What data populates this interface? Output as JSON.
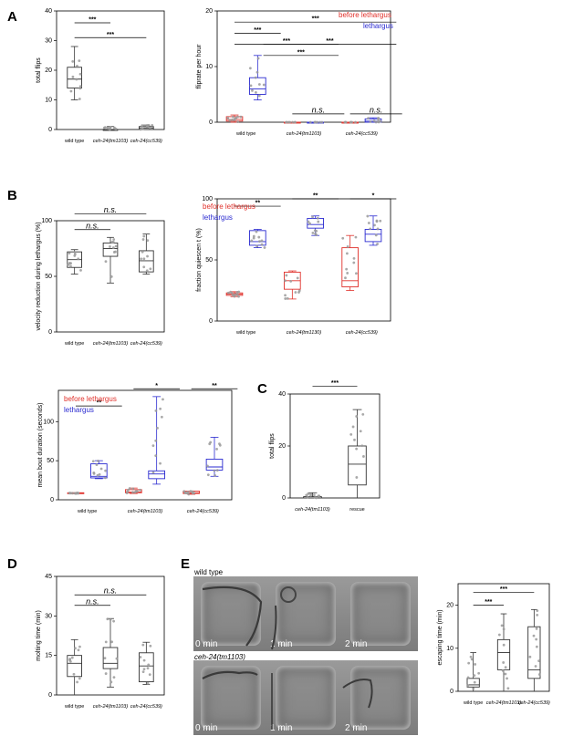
{
  "panel_labels": {
    "a": "A",
    "b": "B",
    "c": "C",
    "d": "D",
    "e": "E"
  },
  "legend": {
    "before": "before lethargus",
    "leth": "lethargus"
  },
  "colors": {
    "before": "#e0302a",
    "leth": "#2a2ad0",
    "neutral": "#333333",
    "point": "#9a9a9a"
  },
  "image_strips": {
    "wt_title": "wild type",
    "mut_title": "ceh-24(tm1103)",
    "times": [
      "0 min",
      "1 min",
      "2 min"
    ]
  },
  "chart_data": [
    {
      "id": "a1",
      "type": "box",
      "ylabel": "total flips",
      "ylim": [
        0,
        40
      ],
      "yticks": [
        0,
        10,
        20,
        30,
        40
      ],
      "categories": [
        "wild type",
        "ceh-24(tm1103)",
        "ceh-24(cc539)"
      ],
      "boxes": [
        {
          "cat": 0,
          "min": 10,
          "q1": 14,
          "med": 17,
          "q3": 21,
          "max": 28,
          "color": "neutral"
        },
        {
          "cat": 1,
          "min": 0,
          "q1": 0,
          "med": 0,
          "q3": 0,
          "max": 1,
          "color": "neutral"
        },
        {
          "cat": 2,
          "min": 0,
          "q1": 0,
          "med": 0.5,
          "q3": 1,
          "max": 1.5,
          "color": "neutral"
        }
      ],
      "sig": [
        {
          "a": 0,
          "b": 1,
          "y": 36,
          "label": "***"
        },
        {
          "a": 0,
          "b": 2,
          "y": 31,
          "label": "***"
        }
      ]
    },
    {
      "id": "a2",
      "type": "box",
      "ylabel": "fliprate per hour",
      "ylim": [
        0,
        20
      ],
      "yticks": [
        0,
        10,
        20
      ],
      "categories": [
        "wild type",
        "ceh-24(tm1103)",
        "ceh-24(cc539)"
      ],
      "boxes": [
        {
          "cat": 0,
          "side": 0,
          "min": 0,
          "q1": 0.2,
          "med": 0.5,
          "q3": 1,
          "max": 1.3,
          "color": "before"
        },
        {
          "cat": 0,
          "side": 1,
          "min": 4,
          "q1": 5,
          "med": 6,
          "q3": 8,
          "max": 12,
          "color": "leth"
        },
        {
          "cat": 1,
          "side": 0,
          "min": 0,
          "q1": 0,
          "med": 0,
          "q3": 0,
          "max": 0,
          "color": "before"
        },
        {
          "cat": 1,
          "side": 1,
          "min": 0,
          "q1": 0,
          "med": 0,
          "q3": 0,
          "max": 0,
          "color": "leth"
        },
        {
          "cat": 2,
          "side": 0,
          "min": 0,
          "q1": 0,
          "med": 0,
          "q3": 0,
          "max": 0,
          "color": "before"
        },
        {
          "cat": 2,
          "side": 1,
          "min": 0,
          "q1": 0,
          "med": 0.2,
          "q3": 0.6,
          "max": 0.8,
          "color": "leth"
        }
      ],
      "sig": [
        {
          "a": 0,
          "b": 2.8,
          "y": 18,
          "label": "***"
        },
        {
          "a": 0,
          "b": 0.8,
          "y": 16,
          "label": "***"
        },
        {
          "a": 0,
          "b": 1.8,
          "y": 14,
          "label": "***"
        },
        {
          "a": 0.5,
          "b": 2.8,
          "y": 14,
          "label": "***"
        },
        {
          "a": 0.5,
          "b": 1.8,
          "y": 12,
          "label": "***"
        },
        {
          "a": 1,
          "b": 1.9,
          "y": 1.5,
          "label": "n.s."
        },
        {
          "a": 2,
          "b": 2.9,
          "y": 1.5,
          "label": "n.s."
        }
      ]
    },
    {
      "id": "b1",
      "type": "box",
      "ylabel": "velocity reduction during lethargus (%)",
      "ylim": [
        0,
        100
      ],
      "yticks": [
        0,
        50,
        100
      ],
      "categories": [
        "wild type",
        "ceh-24(tm1103)",
        "ceh-24(cc539)"
      ],
      "boxes": [
        {
          "cat": 0,
          "min": 52,
          "q1": 58,
          "med": 65,
          "q3": 72,
          "max": 74,
          "color": "neutral"
        },
        {
          "cat": 1,
          "min": 44,
          "q1": 68,
          "med": 75,
          "q3": 80,
          "max": 85,
          "color": "neutral"
        },
        {
          "cat": 2,
          "min": 52,
          "q1": 54,
          "med": 64,
          "q3": 73,
          "max": 88,
          "color": "neutral"
        }
      ],
      "sig": [
        {
          "a": 0,
          "b": 1,
          "y": 92,
          "label": "n.s."
        },
        {
          "a": 0,
          "b": 2,
          "y": 106,
          "label": "n.s."
        }
      ]
    },
    {
      "id": "b2",
      "type": "box",
      "ylabel": "fraction quiescen t (%)",
      "ylim": [
        0,
        100
      ],
      "yticks": [
        0,
        50,
        100
      ],
      "categories": [
        "wild type",
        "ceh-24(tm1130)",
        "ceh-24(cc539)"
      ],
      "boxes": [
        {
          "cat": 0,
          "side": 0,
          "min": 20,
          "q1": 21,
          "med": 22,
          "q3": 23,
          "max": 24,
          "color": "before"
        },
        {
          "cat": 0,
          "side": 1,
          "min": 60,
          "q1": 62,
          "med": 65,
          "q3": 74,
          "max": 75,
          "color": "leth"
        },
        {
          "cat": 1,
          "side": 0,
          "min": 18,
          "q1": 26,
          "med": 33,
          "q3": 40,
          "max": 41,
          "color": "before"
        },
        {
          "cat": 1,
          "side": 1,
          "min": 70,
          "q1": 76,
          "med": 79,
          "q3": 84,
          "max": 86,
          "color": "leth"
        },
        {
          "cat": 2,
          "side": 0,
          "min": 25,
          "q1": 28,
          "med": 33,
          "q3": 60,
          "max": 70,
          "color": "before"
        },
        {
          "cat": 2,
          "side": 1,
          "min": 62,
          "q1": 65,
          "med": 71,
          "q3": 75,
          "max": 86,
          "color": "leth"
        }
      ],
      "sig": [
        {
          "a": 0,
          "b": 0.8,
          "y": 94,
          "label": "**"
        },
        {
          "a": 1,
          "b": 1.8,
          "y": 100,
          "label": "**"
        },
        {
          "a": 2,
          "b": 2.8,
          "y": 100,
          "label": "*"
        }
      ]
    },
    {
      "id": "b3",
      "type": "box",
      "ylabel": "mean bout duration (seconds)",
      "ylim": [
        0,
        140
      ],
      "yticks": [
        0,
        50,
        100
      ],
      "categories": [
        "wild type",
        "ceh-24(tm1103)",
        "ceh-24(cc539)"
      ],
      "boxes": [
        {
          "cat": 0,
          "side": 0,
          "min": 8,
          "q1": 8,
          "med": 8.5,
          "q3": 9,
          "max": 9,
          "color": "before"
        },
        {
          "cat": 0,
          "side": 1,
          "min": 27,
          "q1": 28,
          "med": 30,
          "q3": 46,
          "max": 50,
          "color": "leth"
        },
        {
          "cat": 1,
          "side": 0,
          "min": 8,
          "q1": 9,
          "med": 10,
          "q3": 13,
          "max": 15,
          "color": "before"
        },
        {
          "cat": 1,
          "side": 1,
          "min": 20,
          "q1": 27,
          "med": 33,
          "q3": 37,
          "max": 132,
          "color": "leth"
        },
        {
          "cat": 2,
          "side": 0,
          "min": 7,
          "q1": 8,
          "med": 9,
          "q3": 11,
          "max": 11,
          "color": "before"
        },
        {
          "cat": 2,
          "side": 1,
          "min": 30,
          "q1": 38,
          "med": 42,
          "q3": 52,
          "max": 80,
          "color": "leth"
        }
      ],
      "sig": [
        {
          "a": 0,
          "b": 0.8,
          "y": 120,
          "label": "**"
        },
        {
          "a": 1,
          "b": 1.8,
          "y": 142,
          "label": "*"
        },
        {
          "a": 2,
          "b": 2.8,
          "y": 142,
          "label": "**"
        }
      ]
    },
    {
      "id": "c",
      "type": "box",
      "ylabel": "total flips",
      "ylim": [
        0,
        40
      ],
      "yticks": [
        0,
        20,
        40
      ],
      "categories": [
        "ceh-24(tm1103)",
        "rescue"
      ],
      "boxes": [
        {
          "cat": 0,
          "min": 0,
          "q1": 0,
          "med": 0,
          "q3": 0.5,
          "max": 2,
          "color": "neutral"
        },
        {
          "cat": 1,
          "min": 0,
          "q1": 5,
          "med": 13,
          "q3": 20,
          "max": 34,
          "color": "neutral"
        }
      ],
      "sig": [
        {
          "a": 0,
          "b": 1,
          "y": 43,
          "label": "***"
        }
      ]
    },
    {
      "id": "d",
      "type": "box",
      "ylabel": "molting time (min)",
      "ylim": [
        0,
        45
      ],
      "yticks": [
        0,
        15,
        30,
        45
      ],
      "categories": [
        "wild type",
        "ceh-24(tm1103)",
        "ceh-24(cc539)"
      ],
      "boxes": [
        {
          "cat": 0,
          "min": 0,
          "q1": 7,
          "med": 12,
          "q3": 15,
          "max": 21,
          "color": "neutral"
        },
        {
          "cat": 1,
          "min": 3,
          "q1": 10,
          "med": 12,
          "q3": 18,
          "max": 29,
          "color": "neutral"
        },
        {
          "cat": 2,
          "min": 4,
          "q1": 5,
          "med": 11,
          "q3": 16,
          "max": 20,
          "color": "neutral"
        }
      ],
      "sig": [
        {
          "a": 0,
          "b": 1,
          "y": 34,
          "label": "n.s."
        },
        {
          "a": 0,
          "b": 2,
          "y": 38,
          "label": "n.s."
        }
      ]
    },
    {
      "id": "e",
      "type": "box",
      "ylabel": "escaping time (min)",
      "ylim": [
        0,
        25
      ],
      "yticks": [
        0,
        10,
        20
      ],
      "categories": [
        "wild type",
        "ceh-24(tm1103)",
        "ceh-24(cc539)"
      ],
      "boxes": [
        {
          "cat": 0,
          "min": 0,
          "q1": 1,
          "med": 1.5,
          "q3": 3,
          "max": 9,
          "color": "neutral"
        },
        {
          "cat": 1,
          "min": 0,
          "q1": 5,
          "med": 9,
          "q3": 12,
          "max": 18,
          "color": "neutral"
        },
        {
          "cat": 2,
          "min": 0,
          "q1": 3,
          "med": 5,
          "q3": 15,
          "max": 19,
          "color": "neutral"
        }
      ],
      "sig": [
        {
          "a": 0,
          "b": 2,
          "y": 23,
          "label": "***"
        },
        {
          "a": 0,
          "b": 1,
          "y": 20,
          "label": "***"
        }
      ]
    }
  ]
}
